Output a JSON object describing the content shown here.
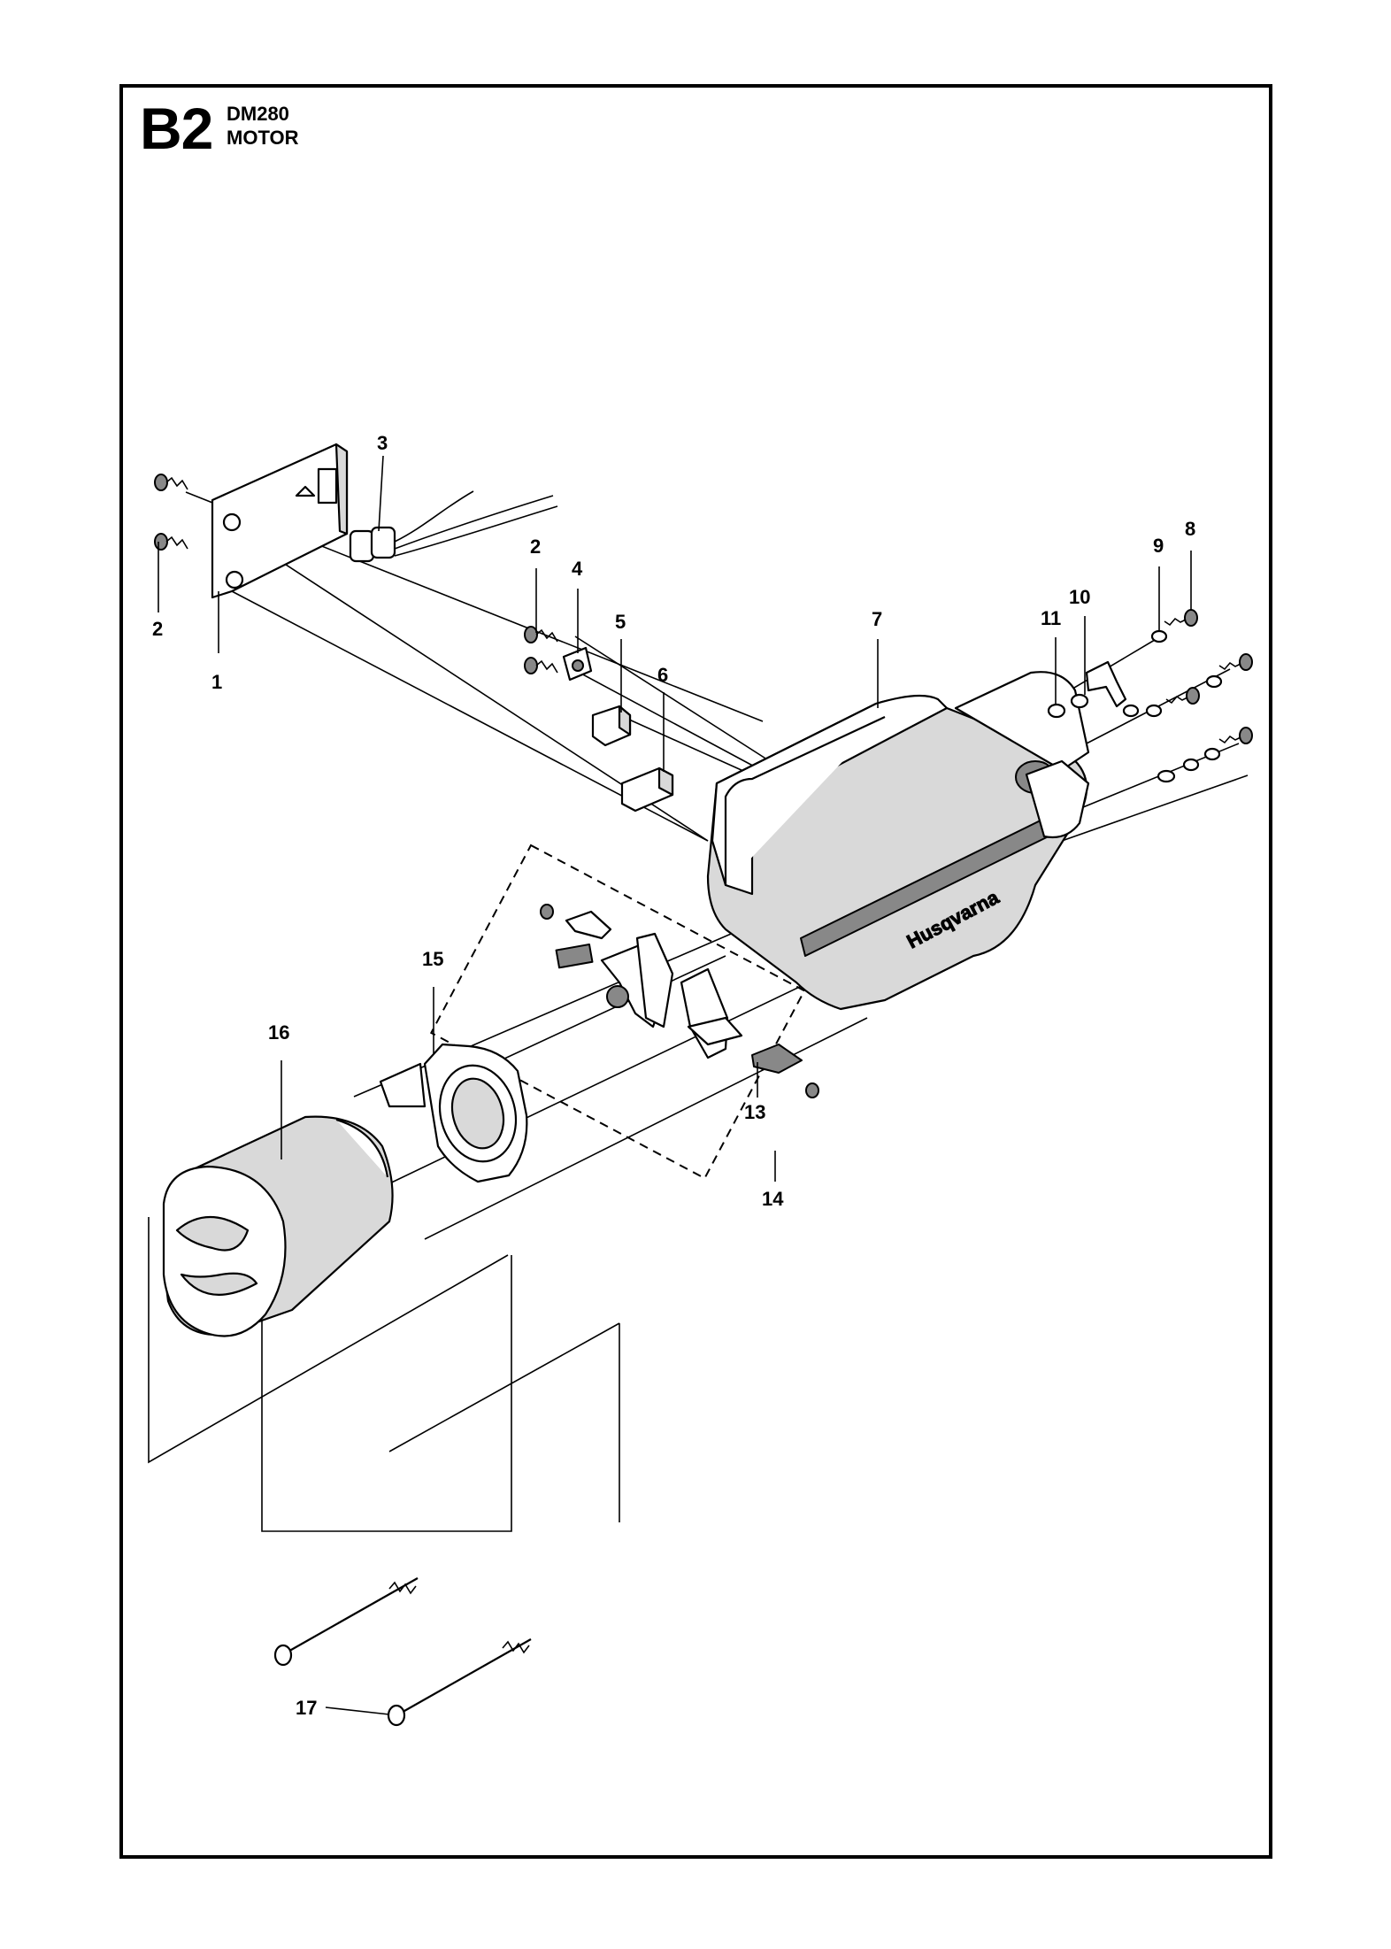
{
  "header": {
    "section_code": "B2",
    "model": "DM280",
    "group": "MOTOR"
  },
  "brand_text": "Husqvarna",
  "callouts": [
    {
      "id": "c1",
      "label": "1"
    },
    {
      "id": "c2a",
      "label": "2"
    },
    {
      "id": "c2b",
      "label": "2"
    },
    {
      "id": "c3",
      "label": "3"
    },
    {
      "id": "c4",
      "label": "4"
    },
    {
      "id": "c5",
      "label": "5"
    },
    {
      "id": "c6",
      "label": "6"
    },
    {
      "id": "c7",
      "label": "7"
    },
    {
      "id": "c8",
      "label": "8"
    },
    {
      "id": "c9",
      "label": "9"
    },
    {
      "id": "c10",
      "label": "10"
    },
    {
      "id": "c11",
      "label": "11"
    },
    {
      "id": "c13",
      "label": "13"
    },
    {
      "id": "c14",
      "label": "14"
    },
    {
      "id": "c15",
      "label": "15"
    },
    {
      "id": "c16",
      "label": "16"
    },
    {
      "id": "c17",
      "label": "17"
    }
  ]
}
